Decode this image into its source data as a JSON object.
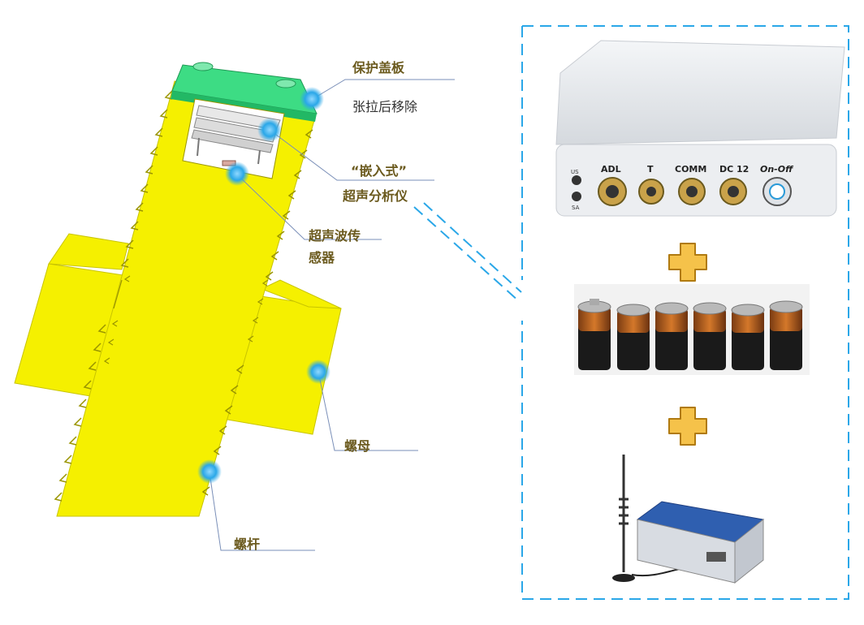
{
  "labels": {
    "cover_plate": "保护盖板",
    "remove_after_tension": "张拉后移除",
    "embedded_line1": "“嵌入式”",
    "embedded_line2": "超声分析仪",
    "sensor_line1": "超声波传",
    "sensor_line2": "感器",
    "nut": "螺母",
    "bolt": "螺杆"
  },
  "device": {
    "left_small_top": "US",
    "left_small_bottom": "SA",
    "ports": [
      "ADL",
      "T",
      "COMM",
      "DC 12",
      "On-Off"
    ]
  },
  "colors": {
    "bolt_yellow": "#f5f000",
    "cover_green": "#3ddc84",
    "leader_line": "#7a8fb8",
    "marker_blue": "#2aa7e8",
    "dashed_frame": "#2aa7e8",
    "plus_yellow": "#f5c24a"
  },
  "icons": [
    "plus-icon",
    "plus-icon",
    "marker-dot",
    "antenna-icon",
    "battery-icon"
  ]
}
